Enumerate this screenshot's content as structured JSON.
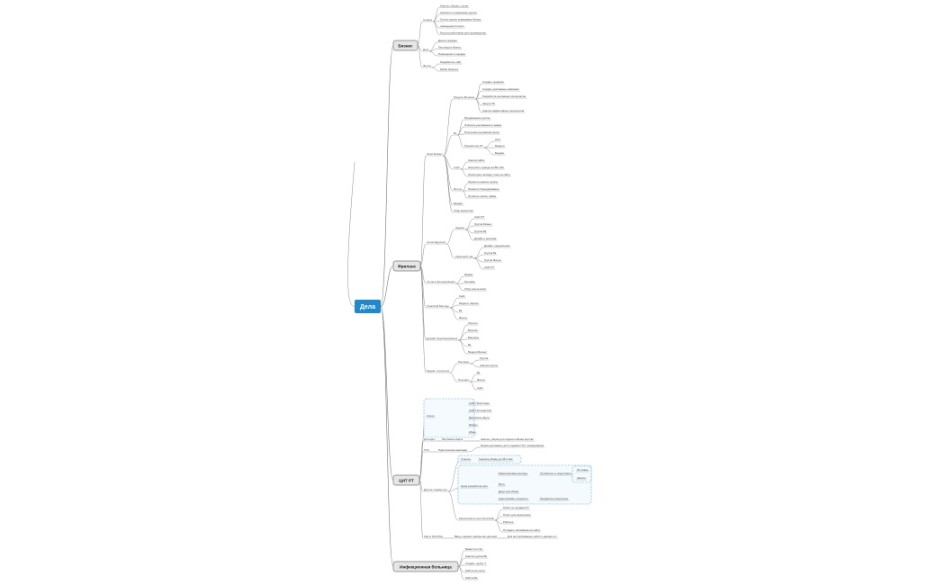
{
  "root": "Дела",
  "main": [
    {
      "label": "Бизнес"
    },
    {
      "label": "Фриланс"
    },
    {
      "label": "ЦИТ РТ"
    },
    {
      "label": "Инфекционная больница"
    }
  ],
  "biz": {
    "g1": "Сервис",
    "g1_items": [
      "Анализ, уборка с кухни",
      "Анализ по сохранению курсов",
      "Сети в группы помощника Advisor",
      "помещения Сплоил",
      "Налоги работников для производства"
    ],
    "g2": "Дом",
    "g2_items": [
      "Дела в порядке",
      "Лестница в бизнес",
      "Помещения в порядке"
    ],
    "g3": "Фонты",
    "g3_items": [
      "Разработать сайт",
      "Кабин бизнеса"
    ]
  },
  "fr": {
    "sb": "Своя Бизнес",
    "mb": "Модели Бизнеса",
    "mb_items": [
      "Создать профили",
      "Создать рекламные кампании",
      "Разработка рекламных материалов",
      "Запуск ТВ",
      "Анализ эффективных результатов"
    ],
    "vk": "Вк",
    "vk_items": [
      "Продвижение группы",
      "Отвечать рекламным отзывам",
      "Получение рекламной доски"
    ],
    "pr": "Разработка РТ",
    "pr_items": [
      "СТО",
      "Модели",
      "Бюджет"
    ],
    "sayt": "Сайт",
    "sayt_items": [
      "Анализ сайта",
      "Настроить тренды на ВК и Вк",
      "Посмотреть вкладку тоже на сайте"
    ],
    "ft": "Фонты",
    "ft_items": [
      "Провести анализ группы",
      "Провести брендирование",
      "Оплатить месяц таймы"
    ],
    "tail": [
      "Бюджет",
      "Сбор аналитики"
    ],
    "sk": "Сила Карусели",
    "zk": "Задачи",
    "zk_items": [
      "Сайт РТ",
      "Группа Бизнес",
      "Группа Вк",
      "Дизайн и реклама"
    ],
    "kp": "Кампаний уже",
    "kp_items": [
      "Дизайн, оформление",
      "Группа Вк",
      "Группа Фонты",
      "Сайт РТ"
    ],
    "nb": "Оплаты Бронирования",
    "nb_items": [
      "Фирма",
      "Реклама",
      "Сбор результатов"
    ],
    "ss": "SmartCall Методы",
    "ss_items": [
      "Сайт",
      "Модели. Записи",
      "Вк",
      "Фонты"
    ],
    "dp": "Дизайн Преобразования",
    "dp_items": [
      "Логотип",
      "Визитки",
      "Баннеры",
      "Вк",
      "Модели Бизнес"
    ],
    "ms": "Медиа. Стратегия",
    "rk": "Реклама",
    "rk_items": [
      "Группа",
      "Анализ группы"
    ],
    "pz": "Позиции",
    "pz_items": [
      "Вк",
      "Фонты",
      "Сайт"
    ]
  },
  "cit": {
    "sv": "Связи",
    "sv_items": [
      "Сайт Поиск Кари",
      "Сайт Последствия",
      "Вертикаль Карта",
      "Фирмы",
      "Абонт"
    ],
    "dk": "Доклады",
    "dk_item": "Вертикаль Карта",
    "dk_note": "Анализ, уборка для подачи в Министерство",
    "gos": "ГОС",
    "gos_item": "Практические выкладки",
    "gos_note": "Форма рекламных для создания ГОС планирования",
    "pb": "Другие параметры",
    "hs": "Отделы",
    "hs_note": "Сделать уборку до 4й точки",
    "dz": "Цена разработки Цит",
    "dz_a": "Маркетинговые выходы",
    "dz_b": "Отработать и подготовить",
    "dz_c": [
      "Итоговые",
      "Записи"
    ],
    "dz_items": [
      "Фото",
      "Досуг для сбора",
      "Адаптировать процессы"
    ],
    "dz_note": "Продвигать результаты",
    "mv": "Мероприятия для SmartCall",
    "mv_items": [
      "Плати по продаже РТ",
      "Плати для начисления",
      "Рабочее",
      "Отладить мотивацию на сайте"
    ],
    "lk": "Карта WorkDay",
    "lk_item": "Ввод, оценка и раскрытие деталей",
    "lk_note": "Для востребованных работ и данных в 1"
  },
  "inf": {
    "items": [
      "Вывести отчёт",
      "Анализ группы Вк",
      "Создать группу Т",
      "Работа на ленте",
      "Работа Вк"
    ]
  }
}
